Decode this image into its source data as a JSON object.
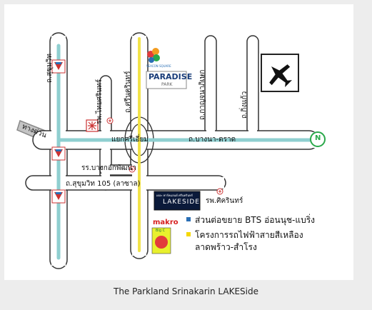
{
  "map": {
    "roads": {
      "sukhumvit_vertical": "ถ.สุขุมวิท",
      "thai_srinakarin_vertical": "รพ.ไทยศรินทร์",
      "srinakarin_vertical": "ถ.ศรีนครินทร์",
      "bangna_trad_horizontal": "ถ.บางนา-ตราด",
      "kanchanaphisek_vertical": "ถ.กาญจนาภิเษก",
      "king_kaeo_vertical": "ถ.กิ่งแก้ว",
      "expressway": "ทางด่วน",
      "sukhumvit_105": "ถ.สุขุมวิท 105 (ลาซาล)",
      "srieam_intersection": "แยกศรีเอี่ยม"
    },
    "places": {
      "school": "รร.บางกอกพัฒนา",
      "srinakarin_hospital": "รพ.ศิครินทร์",
      "paradise": "PARADISE",
      "paradise_sub": "PARK",
      "seacon": "SEACON SQUARE",
      "project": "LAKESIDE",
      "project_top": "เดอะ พาร์คแลนด์ ศรีนครินทร์",
      "makro": "makro",
      "bigc": "Big C"
    },
    "legend": [
      {
        "text": "ส่วนต่อขยาย BTS อ่อนนุช-แบริ่ง",
        "color": "#2a6fb5"
      },
      {
        "text": "โครงการรถไฟฟ้าสายสีเหลือง",
        "color": "#f5d800"
      },
      {
        "text": "ลาดพร้าว-สำโรง",
        "color": ""
      }
    ],
    "north": "N",
    "colors": {
      "bts_line": "#8fcfd0",
      "yellow_line": "#f2e34a",
      "road_fill": "#ffffff",
      "road_stroke": "#333333"
    }
  },
  "caption": "The Parkland Srinakarin LAKESide"
}
